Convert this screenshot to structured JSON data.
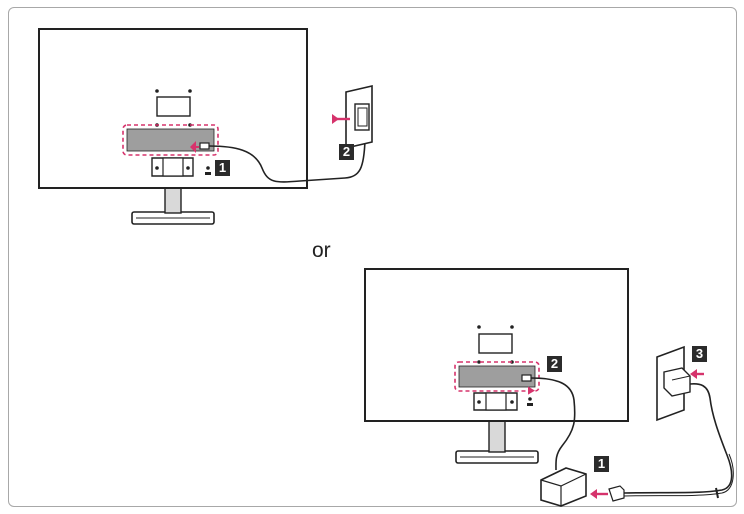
{
  "diagram": {
    "separator_text": "or",
    "option_a": {
      "step_labels": [
        "1",
        "2"
      ]
    },
    "option_b": {
      "step_labels": [
        "1",
        "2",
        "3"
      ]
    }
  },
  "colors": {
    "outline": "#222222",
    "accent_magenta": "#d6336c",
    "port_fill": "#9e9e9e",
    "stand_fill": "#d9d9d9",
    "badge": "#2b2b2b",
    "frame_border": "#a8a8a8"
  }
}
